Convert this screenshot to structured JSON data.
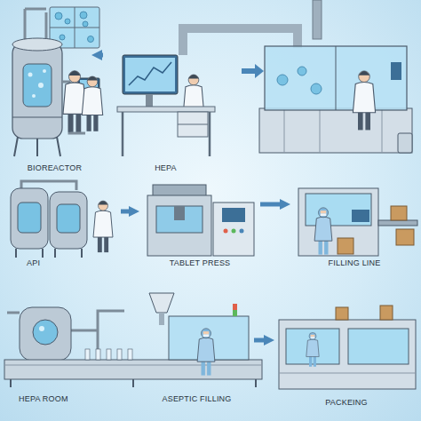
{
  "diagram": {
    "nodes": [
      {
        "text": [
          "BIOREACTOR"
        ]
      },
      {
        "text": [
          "HEPA"
        ]
      },
      {
        "text": [
          "API"
        ]
      },
      {
        "text": [
          "TABLET PRESS"
        ]
      },
      {
        "text": [
          "FILLING LINE"
        ]
      },
      {
        "text": [
          "HEPA ROOM"
        ]
      },
      {
        "text": [
          "ASEPTIC FILLING"
        ]
      },
      {
        "text": [
          "PACKEING"
        ]
      }
    ],
    "edges": [
      {
        "from": 0,
        "to": 1,
        "arrow": "to"
      },
      {
        "from": 2,
        "to": 3,
        "arrow": "to"
      },
      {
        "from": 3,
        "to": 4,
        "arrow": "to"
      },
      {
        "from": 6,
        "to": 7,
        "arrow": "to"
      }
    ]
  }
}
